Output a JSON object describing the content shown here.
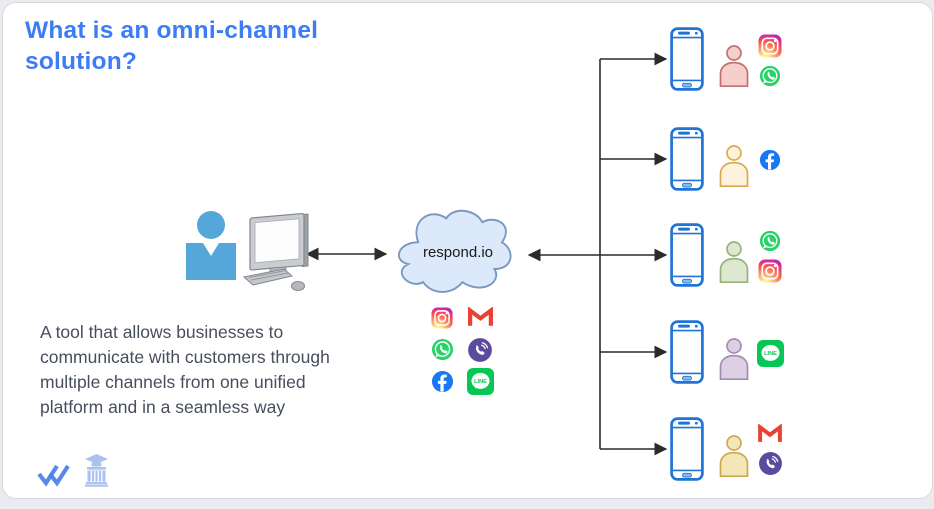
{
  "page": {
    "title": "What is an omni-channel\nsolution?",
    "description": "A tool that allows businesses to\ncommunicate with customers through\nmultiple channels from one unified\nplatform and in a seamless way"
  },
  "cloud": {
    "label": "respond.io"
  },
  "platform_icons": [
    "instagram",
    "gmail",
    "whatsapp",
    "viber",
    "facebook",
    "line"
  ],
  "customers": [
    {
      "person_color": "pink",
      "channels": [
        "instagram",
        "whatsapp"
      ]
    },
    {
      "person_color": "orange",
      "channels": [
        "facebook"
      ]
    },
    {
      "person_color": "green",
      "channels": [
        "whatsapp",
        "instagram"
      ]
    },
    {
      "person_color": "purple",
      "channels": [
        "line"
      ]
    },
    {
      "person_color": "yellow",
      "channels": [
        "gmail",
        "viber"
      ]
    }
  ],
  "icons": {
    "line_text": "LINE"
  },
  "colors": {
    "title_blue": "#3d7cf5",
    "body_text": "#474e5d",
    "phone_stroke": "#1f74d8",
    "cloud_fill": "#dce9fb",
    "cloud_stroke": "#7a97c4",
    "line_color": "#2b2b2b",
    "user_blue": "#55a7d9",
    "whatsapp": "#25d366",
    "facebook": "#1877f2",
    "line_brand": "#06c755",
    "viber": "#5b4a9e",
    "gmail": "#e94235",
    "logo_blue": "#4a7fe8",
    "logo_lightblue": "#a9c2ef",
    "person_palette": {
      "pink": {
        "fill": "#f6cfcd",
        "stroke": "#c1706c"
      },
      "orange": {
        "fill": "#fdf3dc",
        "stroke": "#d9a94c"
      },
      "green": {
        "fill": "#dce8d0",
        "stroke": "#96b27c"
      },
      "purple": {
        "fill": "#ddd0e3",
        "stroke": "#a48bb3"
      },
      "yellow": {
        "fill": "#f5e6b8",
        "stroke": "#cfa94f"
      }
    }
  }
}
